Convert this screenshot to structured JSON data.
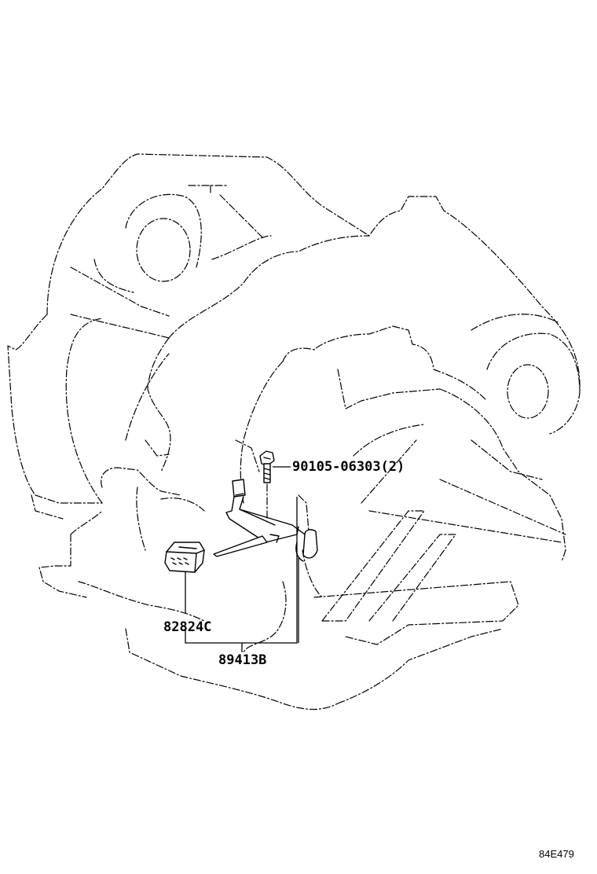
{
  "callouts": {
    "bolt": "90105-06303(2)",
    "connector": "82824C",
    "switch": "89413B"
  },
  "figure_id": "84E479",
  "colors": {
    "ink": "#000000",
    "background": "#ffffff"
  }
}
